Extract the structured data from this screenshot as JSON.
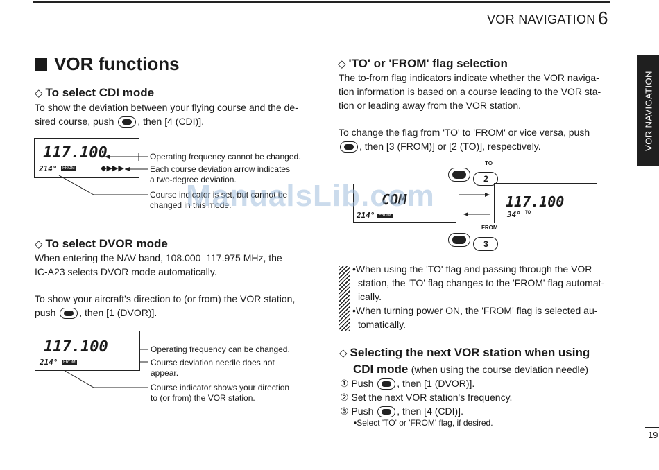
{
  "header": {
    "section_title": "VOR NAVIGATION",
    "chapter_number": "6"
  },
  "side_tab": "VOR NAVIGATION",
  "left": {
    "main_title": "VOR functions",
    "cdi": {
      "heading": "To select CDI mode",
      "text_1": "To show the deviation between your flying course and the de-",
      "text_2a": "sired course, push",
      "text_2b": ", then [4 (CDI)].",
      "lcd_freq": "117.100",
      "lcd_course": "214°",
      "lcd_arrows": "◆▶▶▶",
      "lcd_flag": "FROM",
      "callout_1": "Operating frequency cannot be changed.",
      "callout_2a": "Each course deviation arrow indicates",
      "callout_2b": "a two-degree deviation.",
      "callout_3a": "Course indicator is set, but cannot be",
      "callout_3b": "changed in this mode."
    },
    "dvor": {
      "heading": "To select DVOR mode",
      "text_1": "When entering the NAV band, 108.000–117.975 MHz, the",
      "text_2": "IC-A23 selects DVOR mode automatically.",
      "text_3": "To show your aircraft's direction to (or from) the VOR station,",
      "text_4a": "push",
      "text_4b": ", then [1 (DVOR)].",
      "lcd_freq": "117.100",
      "lcd_course": "214°",
      "lcd_flag": "FROM",
      "callout_1": "Operating frequency can be changed.",
      "callout_2a": "Course deviation needle does not",
      "callout_2b": "appear.",
      "callout_3a": "Course indicator shows your direction",
      "callout_3b": "to (or from) the VOR station."
    }
  },
  "right": {
    "flag": {
      "heading": "'TO' or 'FROM' flag selection",
      "text_1": "The to-from flag indicators indicate whether the VOR naviga-",
      "text_2": "tion information is based on a course leading to the VOR sta-",
      "text_3": "tion or leading away from the VOR station.",
      "text_4": "To change the flag from 'TO' to 'FROM' or vice versa, push",
      "text_5b": ", then [3 (FROM)] or [2 (TO)], respectively.",
      "to_label": "TO",
      "to_key": "2",
      "from_label": "FROM",
      "from_key": "3",
      "lcd_left_freq": "COM",
      "lcd_left_course": "214°",
      "lcd_left_flag": "FROM",
      "lcd_right_freq": "117.100",
      "lcd_right_course": "34°",
      "lcd_right_flag": "TO"
    },
    "notes": {
      "n1a": "•When using the 'TO' flag and passing through the VOR",
      "n1b": "station, the 'TO' flag changes to the 'FROM' flag automat-",
      "n1c": "ically.",
      "n2a": "•When turning power ON, the 'FROM' flag is selected au-",
      "n2b": "tomatically."
    },
    "next": {
      "heading_1": "Selecting the next VOR station when using",
      "heading_2": "CDI mode",
      "heading_2_note": "(when using the course deviation needle)",
      "s1_num": "①",
      "s1a": "Push",
      "s1b": ", then [1 (DVOR)].",
      "s2_num": "②",
      "s2": "Set the next VOR station's frequency.",
      "s3_num": "③",
      "s3a": "Push",
      "s3b": ", then [4 (CDI)].",
      "s3_sub": "•Select 'TO' or 'FROM' flag, if desired."
    }
  },
  "watermark": "ManualsLib.com",
  "page_number": "19"
}
